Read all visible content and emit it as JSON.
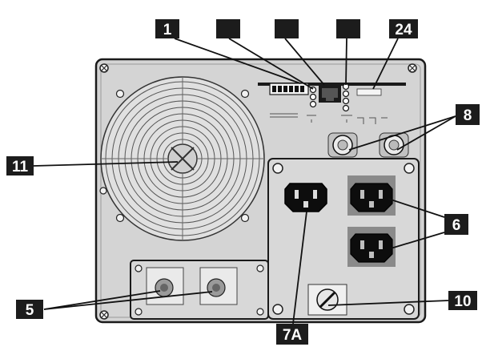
{
  "colors": {
    "background": "#ffffff",
    "panel_fill": "#d4d4d4",
    "panel_stroke": "#1a1a1a",
    "callout_fill": "#1c1c1c",
    "callout_text": "#ffffff",
    "leader_line": "#111111",
    "socket_fill": "#0d0d0d",
    "socket_shade": "#8a8a8a"
  },
  "callouts": {
    "c1": "1",
    "c2": "",
    "c3": "",
    "c4": "",
    "c24": "24",
    "c8": "8",
    "c11": "11",
    "c6": "6",
    "c5": "5",
    "c10": "10",
    "c7a": "7A"
  },
  "icons": [
    "fan-grille-icon",
    "ac-inlet-icon",
    "ac-outlet-icon",
    "breaker-icon",
    "rj45-port-icon",
    "terminal-knob-icon",
    "screw-icon"
  ]
}
